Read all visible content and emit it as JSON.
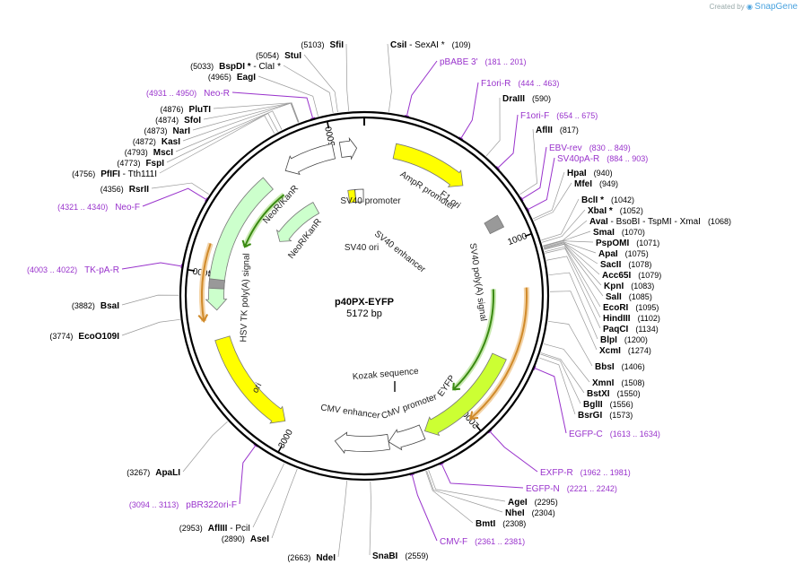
{
  "branding": {
    "created_by": "Created by",
    "product": "SnapGene"
  },
  "plasmid": {
    "name": "p40PX-EYFP",
    "length_label": "5172 bp",
    "total_bp": 5172
  },
  "ticks": [
    {
      "bp": 1000,
      "label": "1000"
    },
    {
      "bp": 2000,
      "label": "2000"
    },
    {
      "bp": 3000,
      "label": "3000"
    },
    {
      "bp": 4000,
      "label": "4000"
    },
    {
      "bp": 5000,
      "label": "5000"
    }
  ],
  "features": [
    {
      "name": "F1 ori",
      "type": "rep_origin",
      "color": "#ffff00",
      "track": 1,
      "start": 170,
      "end": 600,
      "direction": 1
    },
    {
      "name": "AmpR promoter",
      "type": "promoter",
      "color": "#ffffff",
      "track": 1,
      "start": 5040,
      "end": 5130,
      "direction": 1
    },
    {
      "name": "SV40 promoter",
      "type": "promoter",
      "color": "#ffffff",
      "track": 1,
      "start": 4710,
      "end": 5000,
      "direction": -1
    },
    {
      "name": "NeoR/KanR",
      "type": "CDS",
      "color": "#ccffcc",
      "track": 1,
      "start": 3800,
      "end": 4590,
      "direction": -1
    },
    {
      "name": "HSV TK poly(A) signal",
      "type": "terminator",
      "color": "#999999",
      "track": 1,
      "start": 3920,
      "end": 3970,
      "direction": 0
    },
    {
      "name": "SV40 poly(A) signal",
      "type": "terminator",
      "color": "#999999",
      "track": 1,
      "start": 845,
      "end": 915,
      "direction": 0
    },
    {
      "name": "ori",
      "type": "rep_origin",
      "color": "#ffff00",
      "track": 1,
      "start": 3050,
      "end": 3640,
      "direction": -1
    },
    {
      "name": "CMV enhancer",
      "type": "enhancer",
      "color": "#ffffff",
      "track": 1,
      "start": 2450,
      "end": 2750,
      "direction": 1
    },
    {
      "name": "CMV promoter",
      "type": "promoter",
      "color": "#ffffff",
      "track": 1,
      "start": 2255,
      "end": 2450,
      "direction": 1
    },
    {
      "name": "EYFP",
      "type": "CDS",
      "color": "#ccff33",
      "track": 1,
      "start": 1640,
      "end": 2240,
      "direction": 1
    },
    {
      "name": "NeoR/KanR",
      "type": "CDS",
      "color": "#ccffcc",
      "track": 2,
      "start": 4350,
      "end": 4760,
      "direction": -1
    },
    {
      "name": "SV40 ori",
      "type": "rep_origin",
      "color": "#ffff00",
      "track": 2,
      "start": 5045,
      "end": 5100,
      "direction": 0
    },
    {
      "name": "SV40 enhancer",
      "type": "enhancer",
      "color": "#ffffff",
      "track": 2,
      "start": 5100,
      "end": 5165,
      "direction": 0
    }
  ],
  "feature_labels": [
    {
      "text": "F1 ori"
    },
    {
      "text": "AmpR promoter"
    },
    {
      "text": "SV40 promoter"
    },
    {
      "text": "NeoR/KanR"
    },
    {
      "text": "SV40 poly(A) signal"
    },
    {
      "text": "HSV TK poly(A) signal"
    },
    {
      "text": "ori"
    },
    {
      "text": "CMV enhancer"
    },
    {
      "text": "CMV promoter"
    },
    {
      "text": "EYFP"
    },
    {
      "text": "Kozak sequence"
    },
    {
      "text": "NeoR/KanR"
    },
    {
      "text": "SV40 ori"
    },
    {
      "text": "SV40 enhancer"
    }
  ],
  "orfs": [
    {
      "start": 3750,
      "end": 4150,
      "direction": -1,
      "ring": "outer"
    },
    {
      "start": 1250,
      "end": 2000,
      "direction": 1,
      "ring": "outer"
    },
    {
      "start": 1250,
      "end": 1960,
      "direction": 1,
      "ring": "inner"
    },
    {
      "start": 4200,
      "end": 4620,
      "direction": -1,
      "ring": "inner"
    }
  ],
  "site_labels_right": [
    {
      "name": "CsiI",
      "pos": "",
      "extra": " - SexAI *",
      "num": "(109)",
      "bp": 109
    },
    {
      "name": "DraIII",
      "num": "(590)",
      "bp": 590
    },
    {
      "name": "AflII",
      "num": "(817)",
      "bp": 817
    },
    {
      "name": "HpaI",
      "num": "(940)",
      "bp": 940
    },
    {
      "name": "MfeI",
      "num": "(949)",
      "bp": 949
    },
    {
      "name": "BclI *",
      "num": "(1042)",
      "bp": 1042
    },
    {
      "name": "XbaI *",
      "num": "(1052)",
      "bp": 1052
    },
    {
      "name": "AvaI",
      "extra": " - BsoBI - TspMI - XmaI",
      "num": "(1068)",
      "bp": 1068
    },
    {
      "name": "SmaI",
      "num": "(1070)",
      "bp": 1070
    },
    {
      "name": "PspOMI",
      "num": "(1071)",
      "bp": 1071
    },
    {
      "name": "ApaI",
      "num": "(1075)",
      "bp": 1075
    },
    {
      "name": "SacII",
      "num": "(1078)",
      "bp": 1078
    },
    {
      "name": "Acc65I",
      "num": "(1079)",
      "bp": 1079
    },
    {
      "name": "KpnI",
      "num": "(1083)",
      "bp": 1083
    },
    {
      "name": "SalI",
      "num": "(1085)",
      "bp": 1085
    },
    {
      "name": "EcoRI",
      "num": "(1095)",
      "bp": 1095
    },
    {
      "name": "HindIII",
      "num": "(1102)",
      "bp": 1102
    },
    {
      "name": "PaqCI",
      "num": "(1134)",
      "bp": 1134
    },
    {
      "name": "BlpI",
      "num": "(1200)",
      "bp": 1200
    },
    {
      "name": "XcmI",
      "num": "(1274)",
      "bp": 1274
    },
    {
      "name": "BbsI",
      "num": "(1406)",
      "bp": 1406
    },
    {
      "name": "XmnI",
      "num": "(1508)",
      "bp": 1508
    },
    {
      "name": "BstXI",
      "num": "(1550)",
      "bp": 1550
    },
    {
      "name": "BglII",
      "num": "(1556)",
      "bp": 1556
    },
    {
      "name": "BsrGI",
      "num": "(1573)",
      "bp": 1573
    },
    {
      "name": "AgeI",
      "num": "(2295)",
      "bp": 2295
    },
    {
      "name": "NheI",
      "num": "(2304)",
      "bp": 2304
    },
    {
      "name": "BmtI",
      "num": "(2308)",
      "bp": 2308
    },
    {
      "name": "SnaBI",
      "num": "(2559)",
      "bp": 2559
    }
  ],
  "site_labels_left": [
    {
      "name": "SfiI",
      "num": "(5103)",
      "bp": 5103
    },
    {
      "name": "StuI",
      "num": "(5054)",
      "bp": 5054
    },
    {
      "name": "BspDI *",
      "extra": " - ClaI *",
      "num": "(5033)",
      "bp": 5033
    },
    {
      "name": "EagI",
      "num": "(4965)",
      "bp": 4965
    },
    {
      "name": "PluTI",
      "num": "(4876)",
      "bp": 4876
    },
    {
      "name": "SfoI",
      "num": "(4874)",
      "bp": 4874
    },
    {
      "name": "NarI",
      "num": "(4873)",
      "bp": 4873
    },
    {
      "name": "KasI",
      "num": "(4872)",
      "bp": 4872
    },
    {
      "name": "MscI",
      "num": "(4793)",
      "bp": 4793
    },
    {
      "name": "FspI",
      "num": "(4773)",
      "bp": 4773
    },
    {
      "name": "PfIFI",
      "extra": " - Tth111I",
      "num": "(4756)",
      "bp": 4756
    },
    {
      "name": "RsrII",
      "num": "(4356)",
      "bp": 4356
    },
    {
      "name": "BsaI",
      "num": "(3882)",
      "bp": 3882
    },
    {
      "name": "EcoO109I",
      "num": "(3774)",
      "bp": 3774
    },
    {
      "name": "ApaLI",
      "num": "(3267)",
      "bp": 3267
    },
    {
      "name": "AflIII",
      "extra": " - PciI",
      "num": "(2953)",
      "bp": 2953
    },
    {
      "name": "AseI",
      "num": "(2890)",
      "bp": 2890
    },
    {
      "name": "NdeI",
      "num": "(2663)",
      "bp": 2663
    }
  ],
  "primers": [
    {
      "name": "pBABE 3'",
      "range": "(181 .. 201)",
      "bp": 191
    },
    {
      "name": "F1ori-R",
      "range": "(444 .. 463)",
      "bp": 453
    },
    {
      "name": "F1ori-F",
      "range": "(654 .. 675)",
      "bp": 664
    },
    {
      "name": "EBV-rev",
      "range": "(830 .. 849)",
      "bp": 839
    },
    {
      "name": "SV40pA-R",
      "range": "(884 .. 903)",
      "bp": 893
    },
    {
      "name": "EGFP-C",
      "range": "(1613 .. 1634)",
      "bp": 1623
    },
    {
      "name": "EXFP-R",
      "range": "(1962 .. 1981)",
      "bp": 1971
    },
    {
      "name": "EGFP-N",
      "range": "(2221 .. 2242)",
      "bp": 2231
    },
    {
      "name": "CMV-F",
      "range": "(2361 .. 2381)",
      "bp": 2371
    },
    {
      "name": "pBR322ori-F",
      "range": "(3094 .. 3113)",
      "bp": 3103
    },
    {
      "name": "TK-pA-R",
      "range": "(4003 .. 4022)",
      "bp": 4012
    },
    {
      "name": "Neo-F",
      "range": "(4321 .. 4340)",
      "bp": 4330
    },
    {
      "name": "Neo-R",
      "range": "(4931 .. 4950)",
      "bp": 4940
    }
  ]
}
